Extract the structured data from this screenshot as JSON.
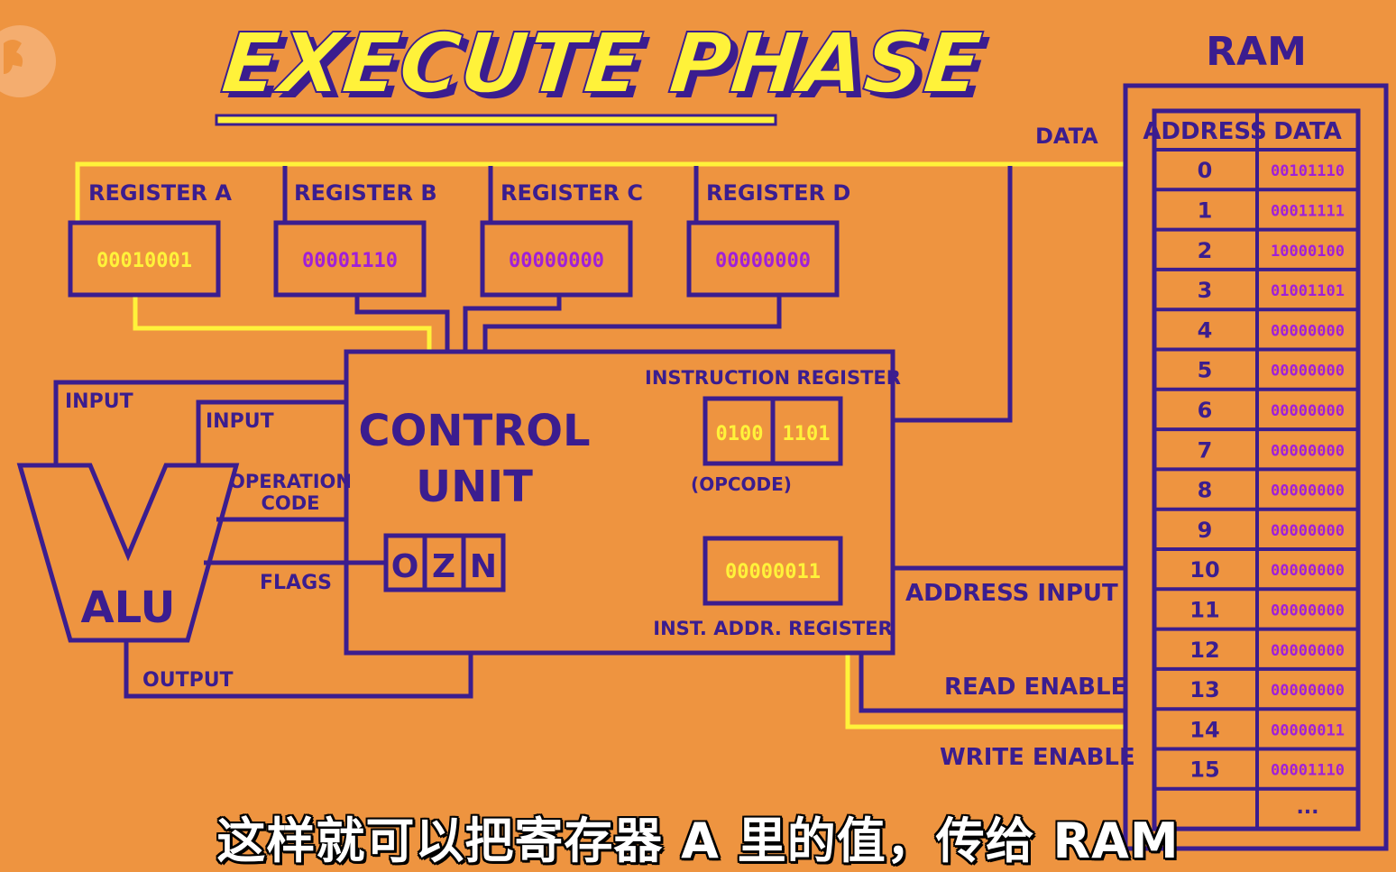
{
  "title": "EXECUTE PHASE",
  "registers": [
    {
      "label": "REGISTER A",
      "value": "00010001"
    },
    {
      "label": "REGISTER B",
      "value": "00001110"
    },
    {
      "label": "REGISTER C",
      "value": "00000000"
    },
    {
      "label": "REGISTER D",
      "value": "00000000"
    }
  ],
  "control_unit": {
    "label_line1": "CONTROL",
    "label_line2": "UNIT",
    "instruction_register_label": "INSTRUCTION REGISTER",
    "opcode_bits": "0100",
    "address_bits": "1101",
    "opcode_label": "(OPCODE)",
    "inst_addr_value": "00000011",
    "inst_addr_label": "INST. ADDR. REGISTER",
    "flags": [
      "O",
      "Z",
      "N"
    ]
  },
  "alu": {
    "label": "ALU",
    "input1": "INPUT",
    "input2": "INPUT",
    "operation_code_line1": "OPERATION",
    "operation_code_line2": "CODE",
    "flags": "FLAGS",
    "output": "OUTPUT"
  },
  "bus": {
    "data": "DATA",
    "address_input": "ADDRESS INPUT",
    "read_enable": "READ ENABLE",
    "write_enable": "WRITE ENABLE"
  },
  "ram": {
    "title": "RAM",
    "col_address": "ADDRESS",
    "col_data": "DATA",
    "rows": [
      {
        "address": "0",
        "data": "00101110"
      },
      {
        "address": "1",
        "data": "00011111"
      },
      {
        "address": "2",
        "data": "10000100"
      },
      {
        "address": "3",
        "data": "01001101"
      },
      {
        "address": "4",
        "data": "00000000"
      },
      {
        "address": "5",
        "data": "00000000"
      },
      {
        "address": "6",
        "data": "00000000"
      },
      {
        "address": "7",
        "data": "00000000"
      },
      {
        "address": "8",
        "data": "00000000"
      },
      {
        "address": "9",
        "data": "00000000"
      },
      {
        "address": "10",
        "data": "00000000"
      },
      {
        "address": "11",
        "data": "00000000"
      },
      {
        "address": "12",
        "data": "00000000"
      },
      {
        "address": "13",
        "data": "00000000"
      },
      {
        "address": "14",
        "data": "00000011"
      },
      {
        "address": "15",
        "data": "00001110"
      }
    ],
    "ellipsis": "..."
  },
  "subtitle": "这样就可以把寄存器 A 里的值，传给 RAM",
  "colors": {
    "background": "#EE9440",
    "ink": "#3B1D8F",
    "highlight": "#FFF23A",
    "value_purple": "#A020D8"
  }
}
